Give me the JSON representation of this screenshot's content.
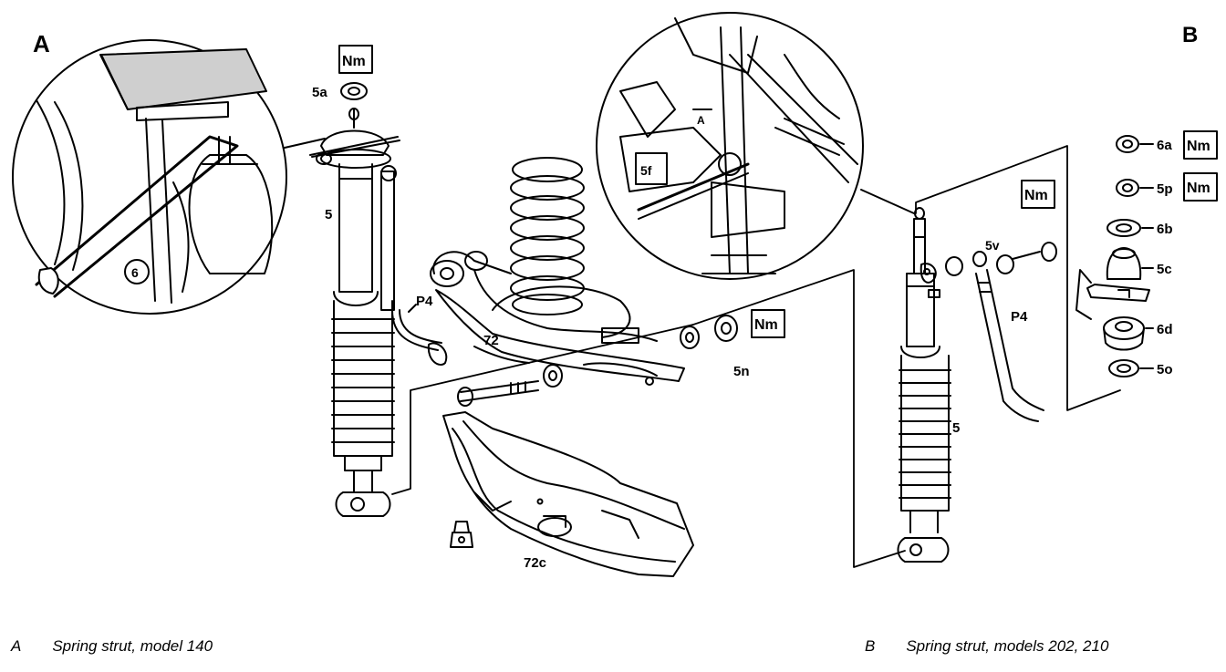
{
  "panels": {
    "a": {
      "letter": "A",
      "caption": "Spring strut, model 140"
    },
    "b": {
      "letter": "B",
      "caption": "Spring strut, models 202, 210"
    }
  },
  "labels": {
    "nm": "Nm",
    "s5a": "5a",
    "s5": "5",
    "p4": "P4",
    "s72": "72",
    "s5n": "5n",
    "s72c": "72c",
    "s6": "6",
    "s5f": "5f",
    "s5v": "5v",
    "s6a": "6a",
    "s5p": "5p",
    "s6b": "6b",
    "s5c": "5c",
    "s6d": "6d",
    "s5o": "5o",
    "sb5": "5",
    "bp4": "P4",
    "inset_mark": "A"
  }
}
